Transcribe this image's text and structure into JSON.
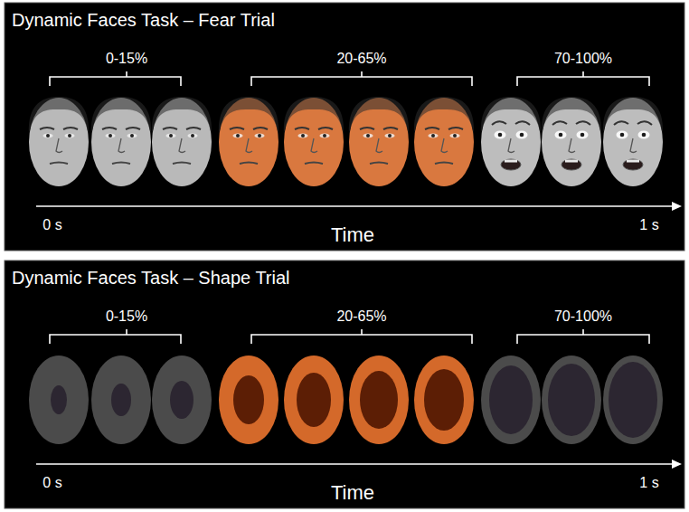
{
  "diagram": {
    "nodes": [
      {
        "text": [
          "Dynamic Faces Task – Fear Trial",
          "0-15%",
          "20-65%",
          "70-100%",
          "0 s",
          "Time",
          "1 s"
        ]
      },
      {
        "text": [
          "Dynamic Faces Task – Shape Trial",
          "0-15%",
          "20-65%",
          "70-100%",
          "0 s",
          "Time",
          "1 s"
        ]
      }
    ]
  }
}
